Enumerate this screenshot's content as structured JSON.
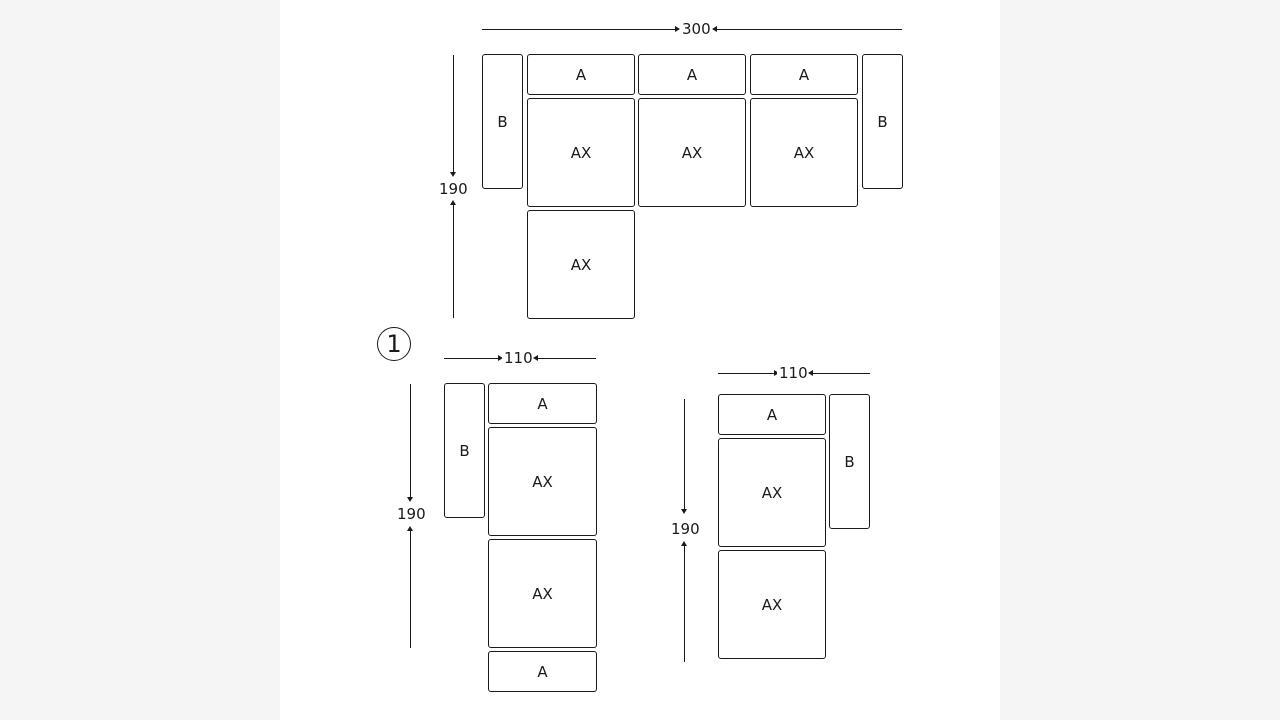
{
  "badge": "1",
  "layouts": [
    {
      "width_label": "300",
      "depth_label": "190",
      "modules": [
        "B",
        "A",
        "A",
        "A",
        "B",
        "AX",
        "AX",
        "AX",
        "AX"
      ]
    },
    {
      "width_label": "110",
      "depth_label": "190",
      "modules": [
        "B",
        "A",
        "AX",
        "AX",
        "A"
      ]
    },
    {
      "width_label": "110",
      "depth_label": "190",
      "modules": [
        "A",
        "B",
        "AX",
        "AX"
      ]
    }
  ]
}
